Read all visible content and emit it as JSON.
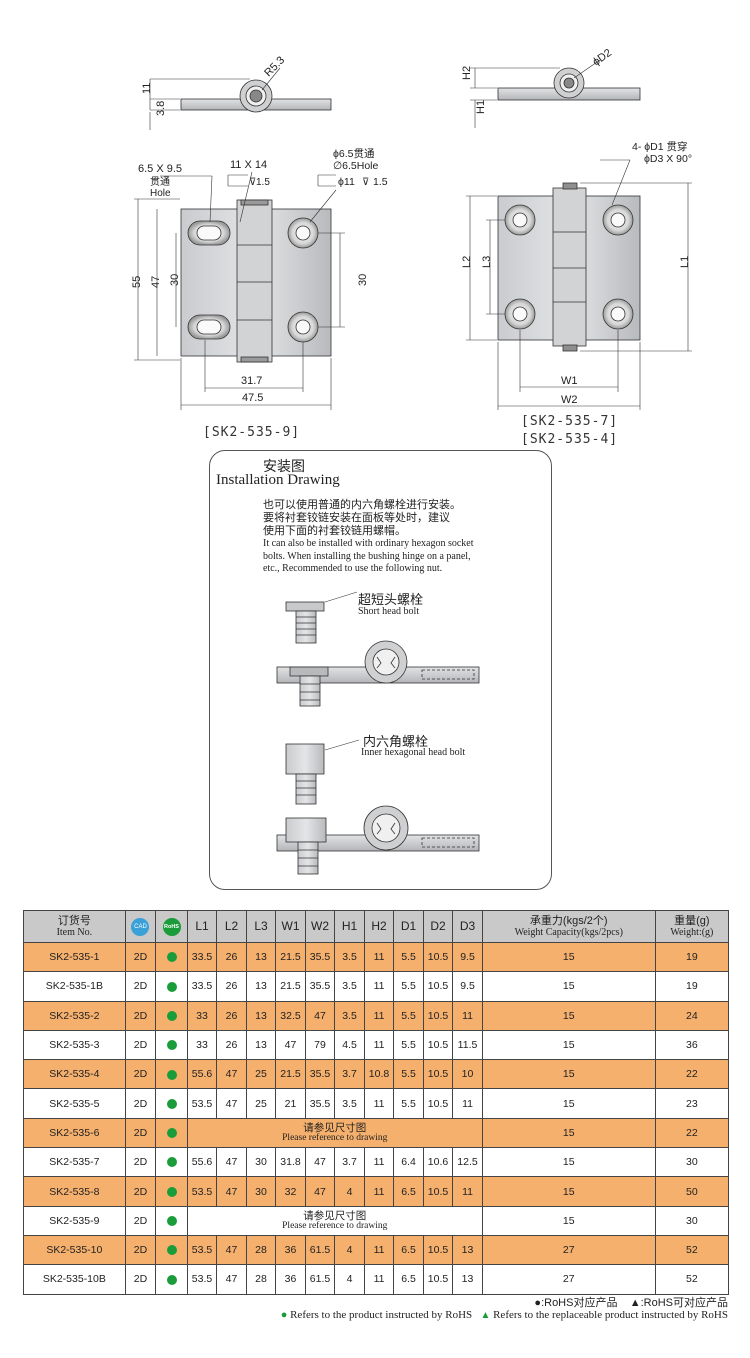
{
  "drawings": {
    "left_side": {
      "dim_R": "R5.3",
      "dim_h": "11",
      "dim_t": "3.8"
    },
    "left_front": {
      "slot": "6.5 X 9.5",
      "slot_cn": "贯通",
      "slot_en": "Hole",
      "counter": "11 X 14",
      "counter_depth": "1.5",
      "hole_top": "ϕ6.5贯通",
      "hole_mid": "∅6.5Hole",
      "hole_bot": "ϕ11",
      "hole_depth": "1.5",
      "dim_55": "55",
      "dim_47": "47",
      "dim_30a": "30",
      "dim_30b": "30",
      "dim_31_7": "31.7",
      "dim_47_5": "47.5"
    },
    "right_side": {
      "dim_D2": "ϕD2",
      "dim_H2": "H2",
      "dim_H1": "H1"
    },
    "right_front": {
      "note1": "4- ϕD1 贯穿",
      "note2": "ϕD3  X 90°",
      "dim_L1": "L1",
      "dim_L2": "L2",
      "dim_L3": "L3",
      "dim_W1": "W1",
      "dim_W2": "W2"
    },
    "label_left": "[SK2-535-9]",
    "label_right_1": "[SK2-535-7]",
    "label_right_2": "[SK2-535-4]"
  },
  "install": {
    "title_cn": "安装图",
    "title_en": "Installation Drawing",
    "text_cn_1": "也可以使用普通的内六角螺栓进行安装。",
    "text_cn_2": "要将衬套铰链安装在面板等处时，建议",
    "text_cn_3": "使用下面的衬套铰链用螺帽。",
    "text_en_1": "It can also be installed with ordinary hexagon socket",
    "text_en_2": "bolts. When installing the bushing hinge on a panel,",
    "text_en_3": "etc., Recommended to use the following nut.",
    "bolt1_cn": "超短头螺栓",
    "bolt1_en": "Short head bolt",
    "bolt2_cn": "内六角螺栓",
    "bolt2_en": "Inner hexagonal head bolt"
  },
  "table": {
    "headers": {
      "item_cn": "订货号",
      "item_en": "Item No.",
      "cad_icon": "CAD",
      "rohs_icon": "RoHS",
      "L1": "L1",
      "L2": "L2",
      "L3": "L3",
      "W1": "W1",
      "W2": "W2",
      "H1": "H1",
      "H2": "H2",
      "D1": "D1",
      "D2": "D2",
      "D3": "D3",
      "cap_cn": "承重力(kgs/2个)",
      "cap_en": "Weight Capacity(kgs/2pcs)",
      "wt_cn": "重量(g)",
      "wt_en": "Weight:(g)"
    },
    "rows": [
      {
        "item": "SK2-535-1",
        "cad": "2D",
        "L1": "33.5",
        "L2": "26",
        "L3": "13",
        "W1": "21.5",
        "W2": "35.5",
        "H1": "3.5",
        "H2": "11",
        "D1": "5.5",
        "D2": "10.5",
        "D3": "9.5",
        "cap": "15",
        "wt": "19"
      },
      {
        "item": "SK2-535-1B",
        "cad": "2D",
        "L1": "33.5",
        "L2": "26",
        "L3": "13",
        "W1": "21.5",
        "W2": "35.5",
        "H1": "3.5",
        "H2": "11",
        "D1": "5.5",
        "D2": "10.5",
        "D3": "9.5",
        "cap": "15",
        "wt": "19"
      },
      {
        "item": "SK2-535-2",
        "cad": "2D",
        "L1": "33",
        "L2": "26",
        "L3": "13",
        "W1": "32.5",
        "W2": "47",
        "H1": "3.5",
        "H2": "11",
        "D1": "5.5",
        "D2": "10.5",
        "D3": "11",
        "cap": "15",
        "wt": "24"
      },
      {
        "item": "SK2-535-3",
        "cad": "2D",
        "L1": "33",
        "L2": "26",
        "L3": "13",
        "W1": "47",
        "W2": "79",
        "H1": "4.5",
        "H2": "11",
        "D1": "5.5",
        "D2": "10.5",
        "D3": "11.5",
        "cap": "15",
        "wt": "36"
      },
      {
        "item": "SK2-535-4",
        "cad": "2D",
        "L1": "55.6",
        "L2": "47",
        "L3": "25",
        "W1": "21.5",
        "W2": "35.5",
        "H1": "3.7",
        "H2": "10.8",
        "D1": "5.5",
        "D2": "10.5",
        "D3": "10",
        "cap": "15",
        "wt": "22"
      },
      {
        "item": "SK2-535-5",
        "cad": "2D",
        "L1": "53.5",
        "L2": "47",
        "L3": "25",
        "W1": "21",
        "W2": "35.5",
        "H1": "3.5",
        "H2": "11",
        "D1": "5.5",
        "D2": "10.5",
        "D3": "11",
        "cap": "15",
        "wt": "23"
      },
      {
        "item": "SK2-535-6",
        "cad": "2D",
        "ref_cn": "请参见尺寸图",
        "ref_en": "Please reference to drawing",
        "cap": "15",
        "wt": "22"
      },
      {
        "item": "SK2-535-7",
        "cad": "2D",
        "L1": "55.6",
        "L2": "47",
        "L3": "30",
        "W1": "31.8",
        "W2": "47",
        "H1": "3.7",
        "H2": "11",
        "D1": "6.4",
        "D2": "10.6",
        "D3": "12.5",
        "cap": "15",
        "wt": "30"
      },
      {
        "item": "SK2-535-8",
        "cad": "2D",
        "L1": "53.5",
        "L2": "47",
        "L3": "30",
        "W1": "32",
        "W2": "47",
        "H1": "4",
        "H2": "11",
        "D1": "6.5",
        "D2": "10.5",
        "D3": "11",
        "cap": "15",
        "wt": "50"
      },
      {
        "item": "SK2-535-9",
        "cad": "2D",
        "ref_cn": "请参见尺寸图",
        "ref_en": "Please reference to drawing",
        "cap": "15",
        "wt": "30"
      },
      {
        "item": "SK2-535-10",
        "cad": "2D",
        "L1": "53.5",
        "L2": "47",
        "L3": "28",
        "W1": "36",
        "W2": "61.5",
        "H1": "4",
        "H2": "11",
        "D1": "6.5",
        "D2": "10.5",
        "D3": "13",
        "cap": "27",
        "wt": "52"
      },
      {
        "item": "SK2-535-10B",
        "cad": "2D",
        "L1": "53.5",
        "L2": "47",
        "L3": "28",
        "W1": "36",
        "W2": "61.5",
        "H1": "4",
        "H2": "11",
        "D1": "6.5",
        "D2": "10.5",
        "D3": "13",
        "cap": "27",
        "wt": "52"
      }
    ]
  },
  "legend": {
    "cn_dot": "●:RoHS对应产品",
    "cn_tri": "▲:RoHS可对应产品",
    "en_dot": "Refers to the product instructed by RoHS",
    "en_tri": "Refers to the replaceable product instructed by RoHS"
  },
  "colors": {
    "rohs_green": "#1a9c3a",
    "row_orange": "#f5b06e",
    "header_gray": "#c9c9c9",
    "cad_blue": "#3aa0d8"
  }
}
